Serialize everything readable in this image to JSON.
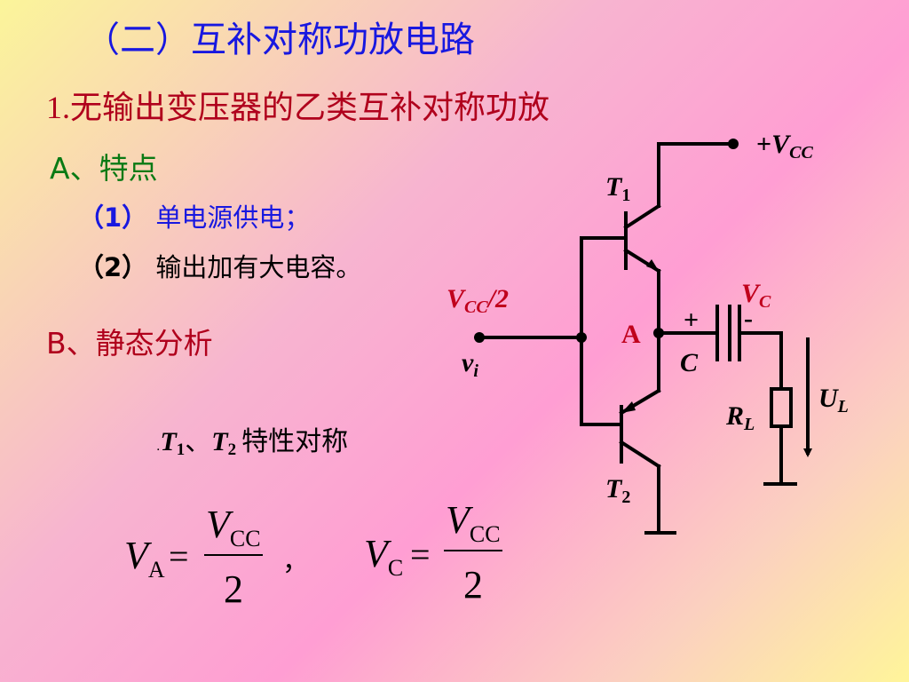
{
  "title": "（二）互补对称功放电路",
  "subtitle": {
    "number": "1.",
    "text": "无输出变压器的乙类互补对称功放"
  },
  "section_a": {
    "heading": "A、特点",
    "items": [
      {
        "num": "（1）",
        "text": "单电源供电；"
      },
      {
        "num": "（2）",
        "text": "输出加有大电容。"
      }
    ]
  },
  "section_b": {
    "heading": "B、静态分析"
  },
  "symmetry_note": {
    "dot": ".",
    "t1": "T",
    "t1_sub": "1",
    "sep": "、",
    "t2": "T",
    "t2_sub": "2",
    "text": "特性对称"
  },
  "circuit": {
    "vcc_label": {
      "prefix": "+",
      "main": "V",
      "sub": "CC"
    },
    "t1": {
      "main": "T",
      "sub": "1"
    },
    "t2": {
      "main": "T",
      "sub": "2"
    },
    "half_vcc": {
      "main": "V",
      "sub": "CC",
      "suffix": "/2"
    },
    "vc": {
      "main": "V",
      "sub": "C"
    },
    "node_a": "A",
    "vi": {
      "main": "v",
      "sub": "i"
    },
    "cap": {
      "label": "C",
      "plus": "+",
      "minus": "-"
    },
    "rl": {
      "main": "R",
      "sub": "L"
    },
    "ul": {
      "main": "U",
      "sub": "L"
    },
    "colors": {
      "wire": "#000000",
      "red_label": "#c0001c",
      "wire_width": "4"
    }
  },
  "equations": {
    "va": {
      "lhs": "V",
      "lhs_sub": "A",
      "eq": "=",
      "num": "V",
      "num_sub": "CC",
      "den": "2"
    },
    "comma": "，",
    "vc": {
      "lhs": "V",
      "lhs_sub": "C",
      "eq": "=",
      "num": "V",
      "num_sub": "CC",
      "den": "2"
    }
  }
}
